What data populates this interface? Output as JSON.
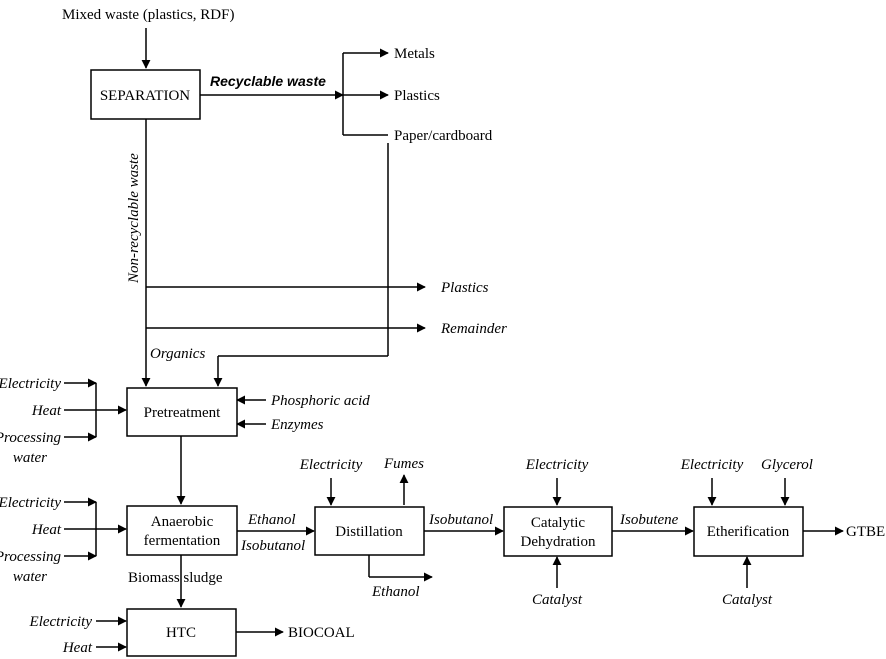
{
  "input": {
    "mixed_waste": "Mixed waste (plastics, RDF)"
  },
  "boxes": {
    "separation": "SEPARATION",
    "pretreatment": "Pretreatment",
    "anaerobic_line1": "Anaerobic",
    "anaerobic_line2": "fermentation",
    "distillation": "Distillation",
    "catalytic_line1": "Catalytic",
    "catalytic_line2": "Dehydration",
    "etherification": "Etherification",
    "htc": "HTC"
  },
  "streams": {
    "recyclable_waste": "Recyclable waste",
    "non_recyclable_waste": "Non-recyclable waste",
    "metals": "Metals",
    "plastics_recycled": "Plastics",
    "paper_cardboard": "Paper/cardboard",
    "plastics_out": "Plastics",
    "remainder": "Remainder",
    "organics": "Organics",
    "biomass_sludge": "Biomass  sludge",
    "biocoal": "BIOCOAL",
    "ethanol_top": "Ethanol",
    "isobutanol_low": "Isobutanol",
    "fumes": "Fumes",
    "ethanol_out": "Ethanol",
    "isobutanol_mid": "Isobutanol",
    "isobutene": "Isobutene",
    "gtbe": "GTBE"
  },
  "utilities": {
    "electricity": "Electricity",
    "heat": "Heat",
    "processing_line1": "Processing",
    "processing_line2": "water",
    "phosphoric_acid": "Phosphoric acid",
    "enzymes": "Enzymes",
    "catalyst": "Catalyst",
    "glycerol": "Glycerol"
  }
}
